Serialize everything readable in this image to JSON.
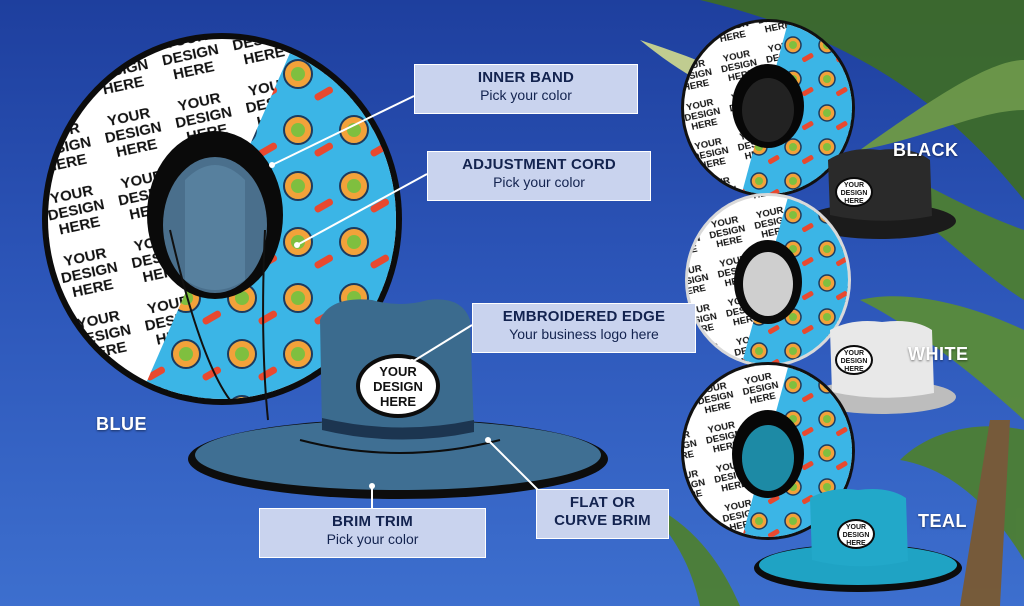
{
  "callouts": {
    "inner_band": {
      "title": "INNER BAND",
      "sub": "Pick your color"
    },
    "adjustment_cord": {
      "title": "ADJUSTMENT CORD",
      "sub": "Pick your color"
    },
    "embroidered_edge": {
      "title": "EMBROIDERED EDGE",
      "sub": "Your business logo here"
    },
    "brim_trim": {
      "title": "BRIM TRIM",
      "sub": "Pick your color"
    },
    "flat_brim": {
      "line1": "FLAT OR",
      "line2": "CURVE BRIM"
    }
  },
  "labels": {
    "blue": "BLUE",
    "black": "BLACK",
    "white": "WHITE",
    "teal": "TEAL"
  },
  "design_text": {
    "line1": "YOUR",
    "line2": "DESIGN",
    "line3": "HERE"
  },
  "colors": {
    "sky": "#2c55b8",
    "blue_hat": "#3f6f93",
    "black_hat": "#2a2a2a",
    "white_hat": "#e8e8e8",
    "teal_hat": "#1fa3c4",
    "pattern_bg": "#3bb5e6",
    "callout_bg": "#c9d3ee"
  }
}
